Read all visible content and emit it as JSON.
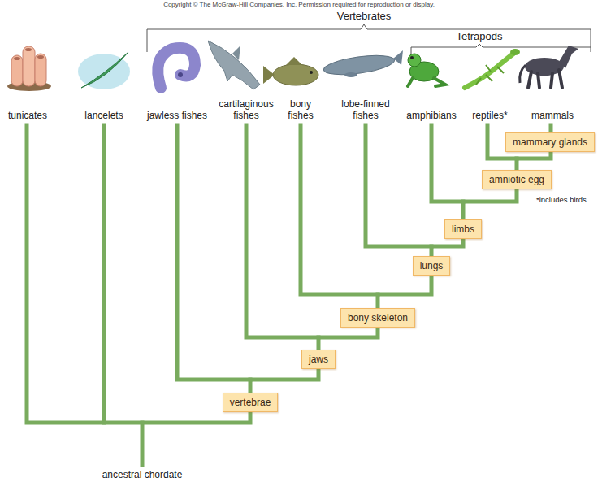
{
  "diagram": {
    "nodes": [
      {
        "text": [
          "mammary glands"
        ]
      },
      {
        "text": [
          "amniotic egg"
        ]
      },
      {
        "text": [
          "limbs"
        ]
      },
      {
        "text": [
          "lungs"
        ]
      },
      {
        "text": [
          "bony skeleton"
        ]
      },
      {
        "text": [
          "jaws"
        ]
      },
      {
        "text": [
          "vertebrae"
        ]
      }
    ],
    "edges": [
      {
        "from": 6,
        "to": 5,
        "arrow": "none"
      },
      {
        "from": 5,
        "to": 4,
        "arrow": "none"
      },
      {
        "from": 4,
        "to": 3,
        "arrow": "none"
      },
      {
        "from": 3,
        "to": 2,
        "arrow": "none"
      },
      {
        "from": 2,
        "to": 1,
        "arrow": "none"
      },
      {
        "from": 1,
        "to": 0,
        "arrow": "none"
      }
    ],
    "labels": [
      "Copyright © The McGraw-Hill Companies, Inc. Permission required for reproduction or display.",
      "Vertebrates",
      "Tetrapods",
      "tunicates",
      "lancelets",
      "jawless fishes",
      "cartilaginous fishes",
      "bony fishes",
      "lobe-finned fishes",
      "amphibians",
      "reptiles*",
      "mammals",
      "*includes birds",
      "ancestral chordate"
    ]
  }
}
